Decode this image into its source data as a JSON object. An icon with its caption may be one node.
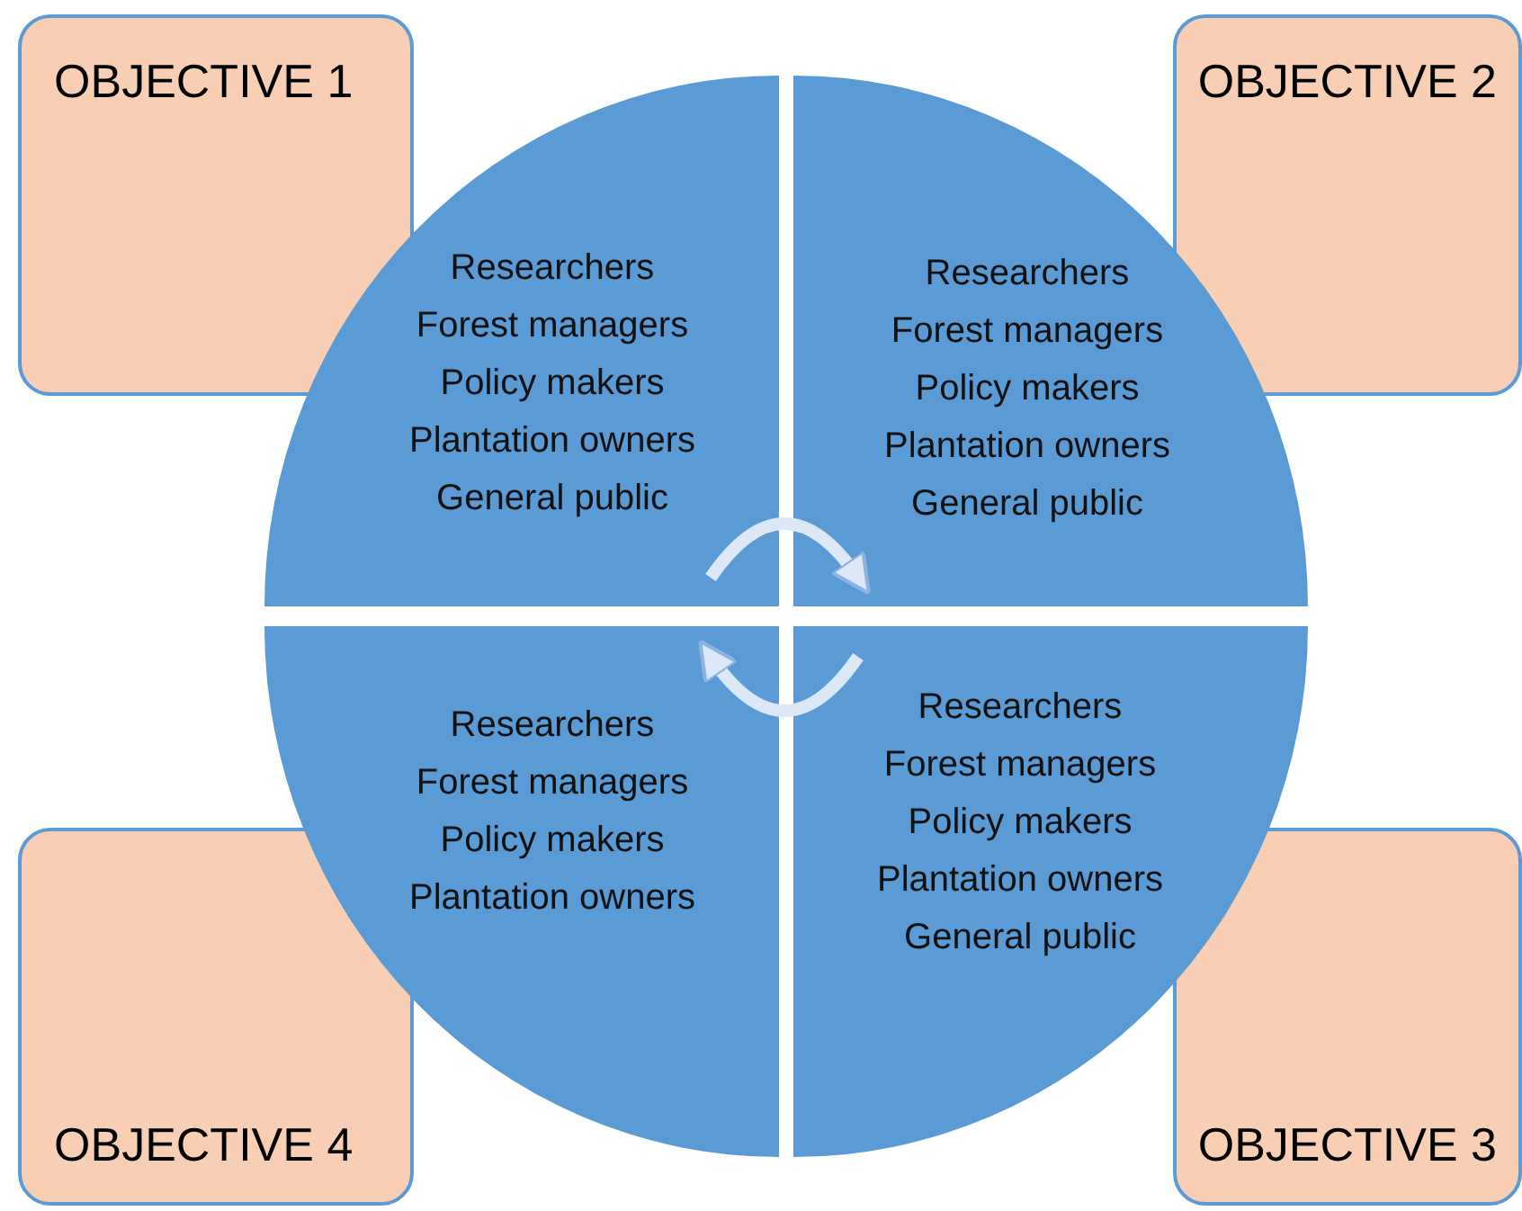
{
  "diagram": {
    "nodes": [
      {
        "text": [
          "OBJECTIVE 1"
        ]
      },
      {
        "text": [
          "OBJECTIVE 2"
        ]
      },
      {
        "text": [
          "Researchers",
          "Forest managers",
          "Policy makers",
          "Plantation owners",
          "General public"
        ]
      },
      {
        "text": [
          "Researchers",
          "Forest managers",
          "Policy makers",
          "Plantation owners",
          "General public"
        ]
      },
      {
        "text": [
          "Researchers",
          "Forest managers",
          "Policy makers",
          "Plantation owners"
        ]
      },
      {
        "text": [
          "Researchers",
          "Forest managers",
          "Policy makers",
          "Plantation owners",
          "General public"
        ]
      },
      {
        "text": [
          "OBJECTIVE 4"
        ]
      },
      {
        "text": [
          "OBJECTIVE 3"
        ]
      }
    ],
    "edges": [
      {
        "from": 2,
        "to": 3,
        "arrow": "to"
      },
      {
        "from": 5,
        "to": 4,
        "arrow": "to"
      }
    ]
  }
}
